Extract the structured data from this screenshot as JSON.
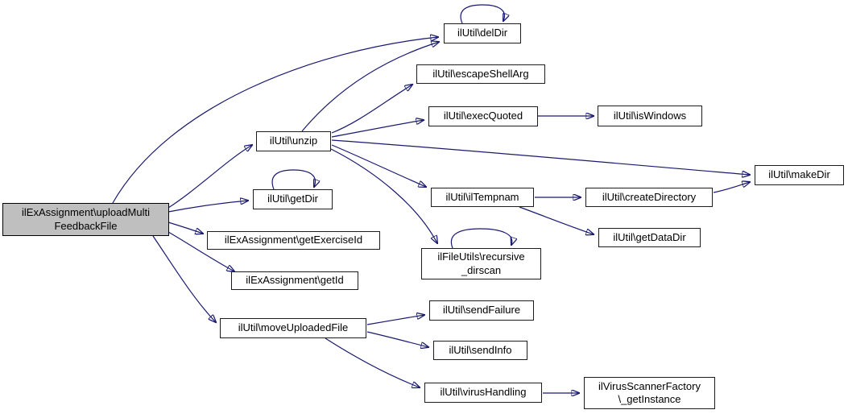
{
  "diagram": {
    "type": "call-graph",
    "description": "Doxygen-style function call graph",
    "colors": {
      "edge": "#191970",
      "node_fill": "#ffffff",
      "node_border": "#1c1c1c",
      "root_fill": "#bfbfbf",
      "background": "#ffffff"
    },
    "nodes": [
      {
        "id": "main",
        "label": "ilExAssignment\\uploadMulti\nFeedbackFile",
        "root": true
      },
      {
        "id": "delDir",
        "label": "ilUtil\\delDir",
        "self_loop": true
      },
      {
        "id": "escapeShellArg",
        "label": "ilUtil\\escapeShellArg"
      },
      {
        "id": "execQuoted",
        "label": "ilUtil\\execQuoted"
      },
      {
        "id": "isWindows",
        "label": "ilUtil\\isWindows"
      },
      {
        "id": "unzip",
        "label": "ilUtil\\unzip"
      },
      {
        "id": "getDir",
        "label": "ilUtil\\getDir",
        "self_loop": true
      },
      {
        "id": "getExerciseId",
        "label": "ilExAssignment\\getExerciseId"
      },
      {
        "id": "getId",
        "label": "ilExAssignment\\getId"
      },
      {
        "id": "moveUploadedFile",
        "label": "ilUtil\\moveUploadedFile"
      },
      {
        "id": "ilTempnam",
        "label": "ilUtil\\ilTempnam"
      },
      {
        "id": "recursive_dirscan",
        "label": "ilFileUtils\\recursive\n_dirscan",
        "self_loop": true
      },
      {
        "id": "createDirectory",
        "label": "ilUtil\\createDirectory"
      },
      {
        "id": "getDataDir",
        "label": "ilUtil\\getDataDir"
      },
      {
        "id": "makeDir",
        "label": "ilUtil\\makeDir"
      },
      {
        "id": "sendFailure",
        "label": "ilUtil\\sendFailure"
      },
      {
        "id": "sendInfo",
        "label": "ilUtil\\sendInfo"
      },
      {
        "id": "virusHandling",
        "label": "ilUtil\\virusHandling"
      },
      {
        "id": "virusScannerFactory",
        "label": "ilVirusScannerFactory\n\\_getInstance"
      }
    ],
    "edges": [
      {
        "from": "main",
        "to": "delDir"
      },
      {
        "from": "main",
        "to": "unzip"
      },
      {
        "from": "main",
        "to": "getDir"
      },
      {
        "from": "main",
        "to": "getExerciseId"
      },
      {
        "from": "main",
        "to": "getId"
      },
      {
        "from": "main",
        "to": "moveUploadedFile"
      },
      {
        "from": "unzip",
        "to": "delDir"
      },
      {
        "from": "unzip",
        "to": "escapeShellArg"
      },
      {
        "from": "unzip",
        "to": "execQuoted"
      },
      {
        "from": "unzip",
        "to": "makeDir"
      },
      {
        "from": "unzip",
        "to": "ilTempnam"
      },
      {
        "from": "unzip",
        "to": "recursive_dirscan"
      },
      {
        "from": "execQuoted",
        "to": "isWindows"
      },
      {
        "from": "ilTempnam",
        "to": "createDirectory"
      },
      {
        "from": "ilTempnam",
        "to": "getDataDir"
      },
      {
        "from": "createDirectory",
        "to": "makeDir"
      },
      {
        "from": "moveUploadedFile",
        "to": "sendFailure"
      },
      {
        "from": "moveUploadedFile",
        "to": "sendInfo"
      },
      {
        "from": "moveUploadedFile",
        "to": "virusHandling"
      },
      {
        "from": "virusHandling",
        "to": "virusScannerFactory"
      },
      {
        "from": "delDir",
        "to": "delDir"
      },
      {
        "from": "getDir",
        "to": "getDir"
      },
      {
        "from": "recursive_dirscan",
        "to": "recursive_dirscan"
      }
    ]
  }
}
